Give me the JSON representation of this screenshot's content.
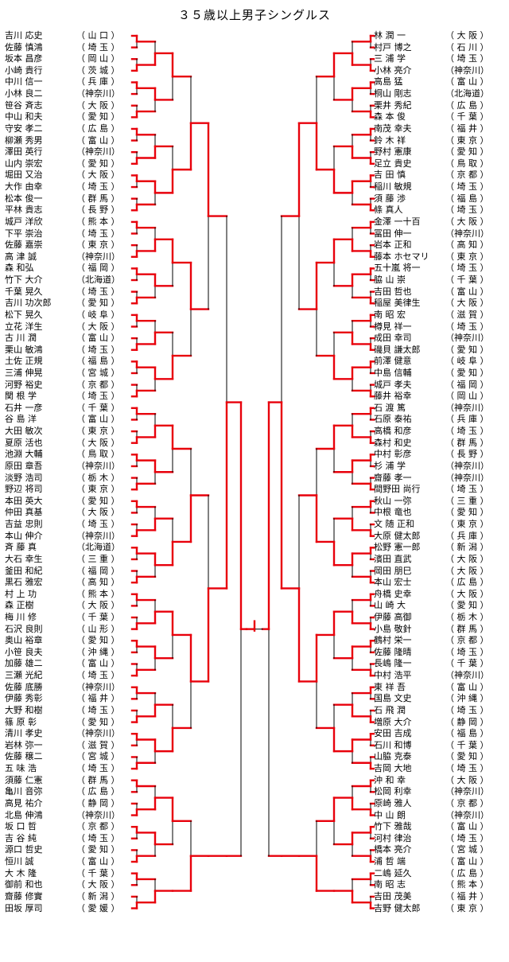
{
  "title": "３５歳以上男子シングルス",
  "left_players": [
    {
      "name": "吉川 応史",
      "pref": "（ 山 口 ）"
    },
    {
      "name": "佐藤 慎鴻",
      "pref": "（ 埼 玉 ）"
    },
    {
      "name": "坂本 昌彦",
      "pref": "（ 岡 山 ）"
    },
    {
      "name": "小崎 貴行",
      "pref": "（ 茨 城 ）"
    },
    {
      "name": "中川 信一",
      "pref": "（ 兵 庫 ）"
    },
    {
      "name": "小林 良二",
      "pref": "（神奈川）"
    },
    {
      "name": "笹谷 斉志",
      "pref": "（ 大 阪 ）"
    },
    {
      "name": "中山 和夫",
      "pref": "（ 愛 知 ）"
    },
    {
      "name": "守安 孝二",
      "pref": "（ 広 島 ）"
    },
    {
      "name": "柳瀬 秀男",
      "pref": "（ 富 山 ）"
    },
    {
      "name": "澤田 英行",
      "pref": "（神奈川）"
    },
    {
      "name": "山内 崇宏",
      "pref": "（ 愛 知 ）"
    },
    {
      "name": "堀田 又治",
      "pref": "（ 大 阪 ）"
    },
    {
      "name": "大作 由幸",
      "pref": "（ 埼 玉 ）"
    },
    {
      "name": "松本 俊一",
      "pref": "（ 群 馬 ）"
    },
    {
      "name": "平林 貴志",
      "pref": "（ 長 野 ）"
    },
    {
      "name": "城戸 洋欣",
      "pref": "（ 熊 本 ）"
    },
    {
      "name": "下平 崇治",
      "pref": "（ 埼 玉 ）"
    },
    {
      "name": "佐藤 嘉崇",
      "pref": "（ 東 京 ）"
    },
    {
      "name": "高 津 誠",
      "pref": "（神奈川）"
    },
    {
      "name": "森 和弘",
      "pref": "（ 福 岡 ）"
    },
    {
      "name": "竹下 大介",
      "pref": "（北海道）"
    },
    {
      "name": "千葉 晃久",
      "pref": "（ 埼 玉 ）"
    },
    {
      "name": "吉川 功次郎",
      "pref": "（ 愛 知 ）"
    },
    {
      "name": "松下 晃久",
      "pref": "（ 岐 阜 ）"
    },
    {
      "name": "立花 洋生",
      "pref": "（ 大 阪 ）"
    },
    {
      "name": "古 川 潤",
      "pref": "（ 富 山 ）"
    },
    {
      "name": "栗山 敏鴻",
      "pref": "（ 埼 玉 ）"
    },
    {
      "name": "土佐 正規",
      "pref": "（ 福 島 ）"
    },
    {
      "name": "三浦 伸晃",
      "pref": "（ 宮 城 ）"
    },
    {
      "name": "河野 裕史",
      "pref": "（ 京 都 ）"
    },
    {
      "name": "関 根 学",
      "pref": "（ 埼 玉 ）"
    },
    {
      "name": "石井 一彦",
      "pref": "（ 千 葉 ）"
    },
    {
      "name": "谷 島 洋",
      "pref": "（ 富 山 ）"
    },
    {
      "name": "大田 敏次",
      "pref": "（ 東 京 ）"
    },
    {
      "name": "夏原 活也",
      "pref": "（ 大 阪 ）"
    },
    {
      "name": "池淵 大輔",
      "pref": "（ 鳥 取 ）"
    },
    {
      "name": "原田 章吾",
      "pref": "（神奈川）"
    },
    {
      "name": "淡野 浩司",
      "pref": "（ 栃 木 ）"
    },
    {
      "name": "野辺 将司",
      "pref": "（ 東 京 ）"
    },
    {
      "name": "本田 英大",
      "pref": "（ 愛 知 ）"
    },
    {
      "name": "仲田 真基",
      "pref": "（ 大 阪 ）"
    },
    {
      "name": "吉益 忠則",
      "pref": "（ 埼 玉 ）"
    },
    {
      "name": "本山 伸介",
      "pref": "（神奈川）"
    },
    {
      "name": "斉 藤 真",
      "pref": "（北海道）"
    },
    {
      "name": "大石 幸生",
      "pref": "（ 三 重 ）"
    },
    {
      "name": "釜田 和紀",
      "pref": "（ 福 岡 ）"
    },
    {
      "name": "黒石 雅宏",
      "pref": "（ 高 知 ）"
    },
    {
      "name": "村 上 功",
      "pref": "（ 熊 本 ）"
    },
    {
      "name": "森 正樹",
      "pref": "（ 大 阪 ）"
    },
    {
      "name": "梅 川 修",
      "pref": "（ 千 葉 ）"
    },
    {
      "name": "石沢 良則",
      "pref": "（ 山 形 ）"
    },
    {
      "name": "奥山 裕章",
      "pref": "（ 愛 知 ）"
    },
    {
      "name": "小笹 良夫",
      "pref": "（ 沖 縄 ）"
    },
    {
      "name": "加藤 雄二",
      "pref": "（ 富 山 ）"
    },
    {
      "name": "三瀬 光紀",
      "pref": "（ 埼 玉 ）"
    },
    {
      "name": "佐藤 底勝",
      "pref": "（神奈川）"
    },
    {
      "name": "伊藤 秀彰",
      "pref": "（ 福 井 ）"
    },
    {
      "name": "大野 和樹",
      "pref": "（ 埼 玉 ）"
    },
    {
      "name": "篠 原 彰",
      "pref": "（ 愛 知 ）"
    },
    {
      "name": "清川 孝史",
      "pref": "（神奈川）"
    },
    {
      "name": "岩林 弥一",
      "pref": "（ 滋 賀 ）"
    },
    {
      "name": "佐藤 穣二",
      "pref": "（ 宮 城 ）"
    },
    {
      "name": "五 味 浩",
      "pref": "（ 埼 玉 ）"
    },
    {
      "name": "須藤 仁憲",
      "pref": "（ 群 馬 ）"
    },
    {
      "name": "亀川 音弥",
      "pref": "（ 広 島 ）"
    },
    {
      "name": "高見 祐介",
      "pref": "（ 静 岡 ）"
    },
    {
      "name": "北島 伸鴻",
      "pref": "（神奈川）"
    },
    {
      "name": "坂 口 哲",
      "pref": "（ 京 都 ）"
    },
    {
      "name": "吉 谷 純",
      "pref": "（ 埼 玉 ）"
    },
    {
      "name": "源口 哲史",
      "pref": "（ 愛 知 ）"
    },
    {
      "name": "恒川 誠",
      "pref": "（ 富 山 ）"
    },
    {
      "name": "大 木 隆",
      "pref": "（ 千 葉 ）"
    },
    {
      "name": "御前 和也",
      "pref": "（ 大 阪 ）"
    },
    {
      "name": "齋藤 修實",
      "pref": "（ 新 潟 ）"
    },
    {
      "name": "田坂 厚司",
      "pref": "（ 愛 媛 ）"
    }
  ],
  "right_players": [
    {
      "name": "林 潤 一",
      "pref": "（ 大 阪 ）"
    },
    {
      "name": "村戸 博之",
      "pref": "（ 石 川 ）"
    },
    {
      "name": "三 浦 学",
      "pref": "（ 埼 玉 ）"
    },
    {
      "name": "小林 亮介",
      "pref": "（神奈川）"
    },
    {
      "name": "高島 猛",
      "pref": "（ 富 山 ）"
    },
    {
      "name": "桐山 剛志",
      "pref": "（北海道）"
    },
    {
      "name": "栗井 秀紀",
      "pref": "（ 広 島 ）"
    },
    {
      "name": "森 本 俊",
      "pref": "（ 千 葉 ）"
    },
    {
      "name": "南茂 幸夫",
      "pref": "（ 福 井 ）"
    },
    {
      "name": "鈴 木 祥",
      "pref": "（ 東 京 ）"
    },
    {
      "name": "野村 憲康",
      "pref": "（ 愛 知 ）"
    },
    {
      "name": "足立 貴史",
      "pref": "（ 鳥 取 ）"
    },
    {
      "name": "吉 田 慎",
      "pref": "（ 京 都 ）"
    },
    {
      "name": "稲川 敏規",
      "pref": "（ 埼 玉 ）"
    },
    {
      "name": "須 藤 渉",
      "pref": "（ 福 島 ）"
    },
    {
      "name": "條 真人",
      "pref": "（ 埼 玉 ）"
    },
    {
      "name": "金澤 一十百",
      "pref": "（ 大 阪 ）"
    },
    {
      "name": "冨田 伸一",
      "pref": "（神奈川）"
    },
    {
      "name": "岩本 正和",
      "pref": "（ 高 知 ）"
    },
    {
      "name": "藤本 ホセマリ",
      "pref": "（ 東 京 ）"
    },
    {
      "name": "五十嵐 将一",
      "pref": "（ 埼 玉 ）"
    },
    {
      "name": "脇 山 崇",
      "pref": "（ 千 葉 ）"
    },
    {
      "name": "吉田 哲也",
      "pref": "（ 富 山 ）"
    },
    {
      "name": "稲屋 美律生",
      "pref": "（ 大 阪 ）"
    },
    {
      "name": "南 昭 宏",
      "pref": "（ 滋 賀 ）"
    },
    {
      "name": "樽見 祥一",
      "pref": "（ 埼 玉 ）"
    },
    {
      "name": "成田 幸司",
      "pref": "（神奈川）"
    },
    {
      "name": "磯貝 謙太郎",
      "pref": "（ 愛 知 ）"
    },
    {
      "name": "前澤 健意",
      "pref": "（ 岐 阜 ）"
    },
    {
      "name": "中島 信輔",
      "pref": "（ 愛 知 ）"
    },
    {
      "name": "城戸 孝夫",
      "pref": "（ 福 岡 ）"
    },
    {
      "name": "藤井 裕幸",
      "pref": "（ 岡 山 ）"
    },
    {
      "name": "石 渡 篤",
      "pref": "（神奈川）"
    },
    {
      "name": "石原 泰祐",
      "pref": "（ 兵 庫 ）"
    },
    {
      "name": "高橋 和彦",
      "pref": "（ 埼 玉 ）"
    },
    {
      "name": "森村 和史",
      "pref": "（ 群 馬 ）"
    },
    {
      "name": "中村 彰彦",
      "pref": "（ 長 野 ）"
    },
    {
      "name": "杉 浦 学",
      "pref": "（神奈川）"
    },
    {
      "name": "齋藤 孝一",
      "pref": "（神奈川）"
    },
    {
      "name": "間野田 尚行",
      "pref": "（ 埼 玉 ）"
    },
    {
      "name": "秋山 一弥",
      "pref": "（ 三 重 ）"
    },
    {
      "name": "中根 竜也",
      "pref": "（ 愛 知 ）"
    },
    {
      "name": "文 随 正和",
      "pref": "（ 東 京 ）"
    },
    {
      "name": "大原 健太郎",
      "pref": "（ 兵 庫 ）"
    },
    {
      "name": "松野 憲一郎",
      "pref": "（ 新 潟 ）"
    },
    {
      "name": "濱田 直武",
      "pref": "（ 大 阪 ）"
    },
    {
      "name": "岡田 朋巳",
      "pref": "（ 大 阪 ）"
    },
    {
      "name": "本山 宏士",
      "pref": "（ 広 島 ）"
    },
    {
      "name": "舟橋 史幸",
      "pref": "（ 大 阪 ）"
    },
    {
      "name": "山 崎 大",
      "pref": "（ 愛 知 ）"
    },
    {
      "name": "伊藤 高御",
      "pref": "（ 栃 木 ）"
    },
    {
      "name": "小島 敬針",
      "pref": "（ 群 馬 ）"
    },
    {
      "name": "鶴村 栄一",
      "pref": "（ 京 都 ）"
    },
    {
      "name": "佐藤 隆晴",
      "pref": "（ 埼 玉 ）"
    },
    {
      "name": "長嶋 隆一",
      "pref": "（ 千 葉 ）"
    },
    {
      "name": "中村 浩平",
      "pref": "（神奈川）"
    },
    {
      "name": "東 祥 吾",
      "pref": "（ 富 山 ）"
    },
    {
      "name": "国島 文史",
      "pref": "（ 沖 縄 ）"
    },
    {
      "name": "石 飛 潤",
      "pref": "（ 埼 玉 ）"
    },
    {
      "name": "増原 大介",
      "pref": "（ 静 岡 ）"
    },
    {
      "name": "安田 吉成",
      "pref": "（ 福 島 ）"
    },
    {
      "name": "石川 和博",
      "pref": "（ 千 葉 ）"
    },
    {
      "name": "山脇 克泰",
      "pref": "（ 愛 知 ）"
    },
    {
      "name": "吉岡 大地",
      "pref": "（ 埼 玉 ）"
    },
    {
      "name": "沖 和 幸",
      "pref": "（ 大 阪 ）"
    },
    {
      "name": "松岡 利幸",
      "pref": "（神奈川）"
    },
    {
      "name": "原崎 雅人",
      "pref": "（ 京 都 ）"
    },
    {
      "name": "中 山 朗",
      "pref": "（神奈川）"
    },
    {
      "name": "竹下 雅哉",
      "pref": "（ 富 山 ）"
    },
    {
      "name": "河村 律治",
      "pref": "（ 埼 玉 ）"
    },
    {
      "name": "橋本 亮介",
      "pref": "（ 宮 城 ）"
    },
    {
      "name": "浦 哲 端",
      "pref": "（ 富 山 ）"
    },
    {
      "name": "二嶋 延久",
      "pref": "（ 広 島 ）"
    },
    {
      "name": "南 昭 志",
      "pref": "（ 熊 本 ）"
    },
    {
      "name": "吉田 茂美",
      "pref": "（ 福 井 ）"
    },
    {
      "name": "吉野 健太郎",
      "pref": "（ 東 京 ）"
    }
  ],
  "colors": {
    "highlight": "#e8000b",
    "line": "#000000"
  }
}
